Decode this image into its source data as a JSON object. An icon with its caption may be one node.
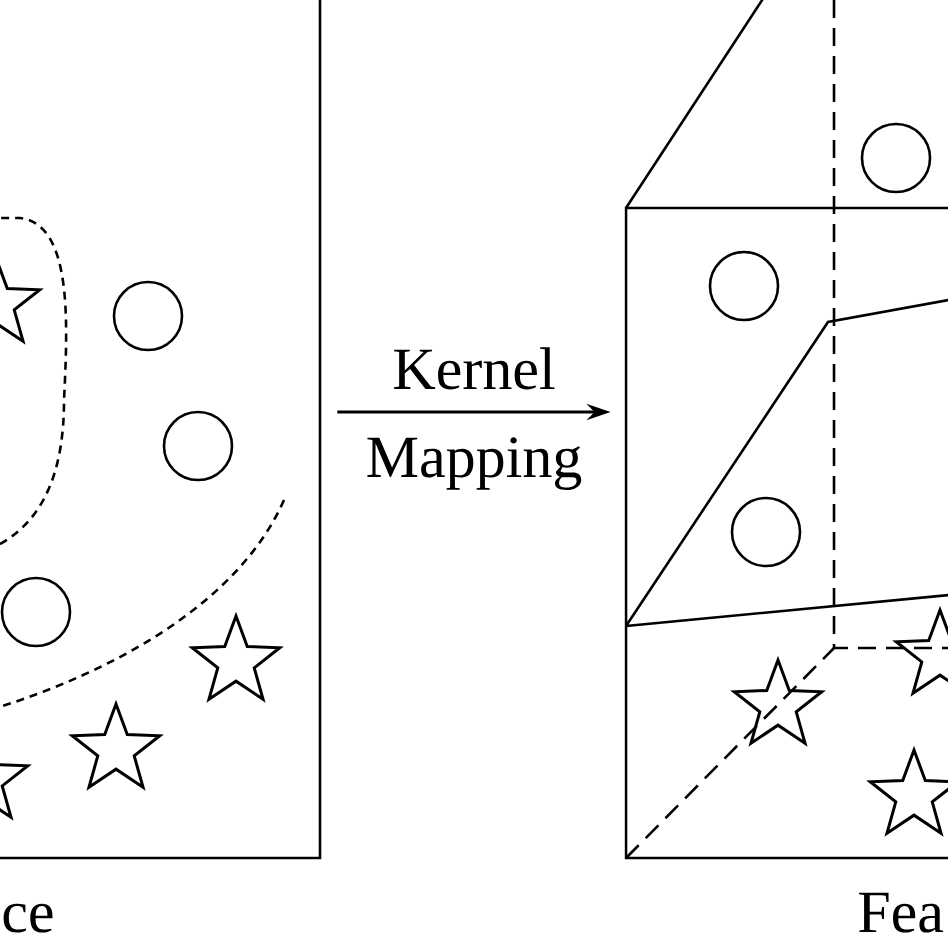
{
  "diagram": {
    "nodes": [
      {
        "text": [],
        "shape": "box",
        "beside": [
          "ce"
        ]
      },
      {
        "text": [],
        "shape": "box",
        "beside": [
          "Fea"
        ]
      }
    ],
    "edges": [
      {
        "from": 0,
        "to": 1,
        "arrow": "to",
        "label": "Kernel Mapping"
      }
    ]
  }
}
